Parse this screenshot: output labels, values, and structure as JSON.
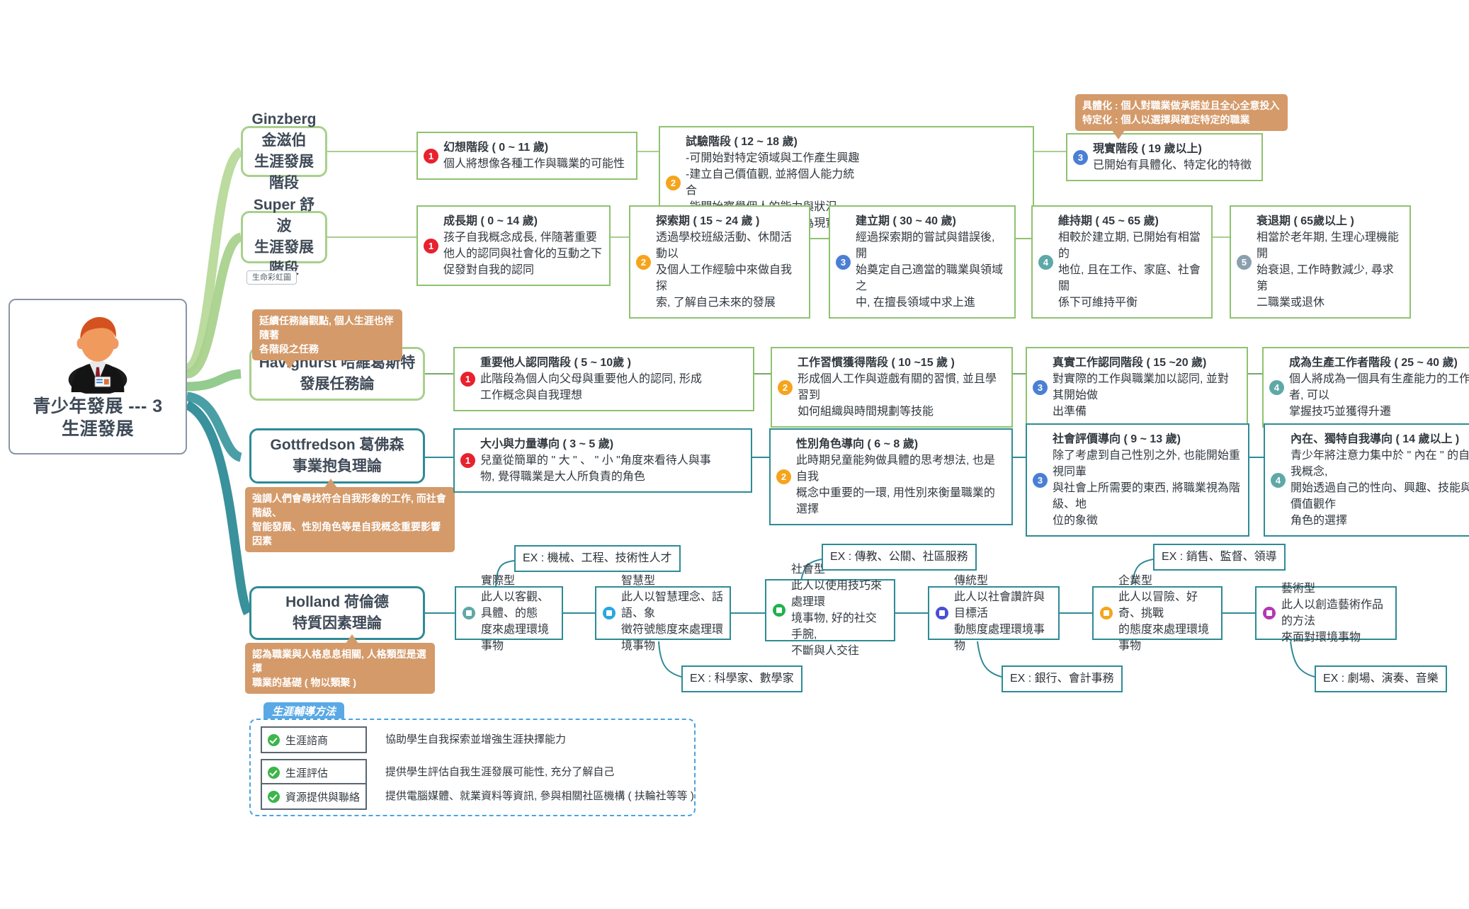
{
  "root": {
    "title_line1": "青少年發展 --- 3",
    "title_line2": "生涯發展",
    "avatar_icon": "person-avatar-icon"
  },
  "branches": [
    {
      "id": "ginzberg",
      "label_line1": "Ginzberg 金滋伯",
      "label_line2": "生涯發展階段",
      "color": "#8fc270",
      "stages": [
        {
          "num": "1",
          "head": "幻想階段 ( 0 ~ 11 歲)",
          "lines": [
            "個人將想像各種工作與職業的可能性"
          ]
        },
        {
          "num": "2",
          "head": "試驗階段 ( 12 ~ 18 歲)",
          "col_left": [
            "-可開始對特定領域與工作產生興趣",
            "-建立自己價值觀,  並將個人能力統合"
          ],
          "col_right": [
            "-能開始察覺個人的能力與狀況",
            "-能逐漸將生涯試煉轉變為現實選擇"
          ]
        },
        {
          "num": "3",
          "head": "現實階段 ( 19 歲以上)",
          "lines": [
            "已開始有具體化、特定化的特徵"
          ]
        }
      ],
      "callout": "具體化 : 個人對職業做承諾並且全心全意投入\n特定化 : 個人以選擇與確定特定的職業"
    },
    {
      "id": "super",
      "label_line1": "Super 舒波",
      "label_line2": "生涯發展階段",
      "color": "#8fc270",
      "tag": "生命彩虹圖",
      "stages": [
        {
          "num": "1",
          "head": "成長期 ( 0 ~ 14 歲)",
          "lines": [
            "孩子自我概念成長,  伴隨著重要",
            "他人的認同與社會化的互動之下",
            "促發對自我的認同"
          ]
        },
        {
          "num": "2",
          "head": "探索期 ( 15 ~ 24 歲 )",
          "lines": [
            "透過學校班級活動、休閒活動以",
            "及個人工作經驗中來做自我探",
            "索,  了解自己未來的發展"
          ]
        },
        {
          "num": "3",
          "head": "建立期 ( 30 ~ 40 歲)",
          "lines": [
            "經過探索期的嘗試與錯誤後,  開",
            "始奠定自己適當的職業與領域之",
            "中,  在擅長領域中求上進"
          ]
        },
        {
          "num": "4",
          "head": "維持期 ( 45 ~ 65 歲)",
          "lines": [
            "相較於建立期,  已開始有相當的",
            "地位,  且在工作、家庭、社會關",
            "係下可維持平衡"
          ]
        },
        {
          "num": "5",
          "head": "衰退期 ( 65歲以上 )",
          "lines": [
            "相當於老年期,  生理心理機能開",
            "始衰退,  工作時數減少,  尋求第",
            "二職業或退休"
          ]
        }
      ]
    },
    {
      "id": "havighurst",
      "label_line1": "Havighurst 哈維葛斯特",
      "label_line2": "發展任務論",
      "color": "#8fc270",
      "callout": "延續任務論觀點,  個人生涯也伴隨著\n各階段之任務",
      "stages": [
        {
          "num": "1",
          "head": "重要他人認同階段 ( 5 ~ 10歲 )",
          "lines": [
            "此階段為個人向父母與重要他人的認同,  形成",
            "工作概念與自我理想"
          ]
        },
        {
          "num": "2",
          "head": "工作習慣獲得階段 ( 10 ~15 歲 )",
          "lines": [
            "形成個人工作與遊戲有關的習慣,  並且學習到",
            "如何組織與時間規劃等技能"
          ]
        },
        {
          "num": "3",
          "head": "真實工作認同階段 ( 15 ~20 歲)",
          "lines": [
            "對實際的工作與職業加以認同,  並對其開始做",
            "出準備"
          ]
        },
        {
          "num": "4",
          "head": "成為生產工作者階段 ( 25 ~ 40 歲)",
          "lines": [
            "個人將成為一個具有生產能力的工作者,  可以",
            "掌握技巧並獲得升遷"
          ]
        }
      ]
    },
    {
      "id": "gottfredson",
      "label_line1": "Gottfredson 葛佛森",
      "label_line2": "事業抱負理論",
      "color": "#2e8b96",
      "callout": "強調人們會尋找符合自我形象的工作,  而社會階級、\n智能發展、性別角色等是自我概念重要影響因素",
      "stages": [
        {
          "num": "1",
          "head": "大小與力量導向 ( 3 ~ 5 歲)",
          "lines": [
            "兒童從簡單的 \" 大 \" 、 \" 小 \"角度來看待人與事",
            "物,  覺得職業是大人所負責的角色"
          ]
        },
        {
          "num": "2",
          "head": "性別角色導向 ( 6 ~ 8 歲)",
          "lines": [
            "此時期兒童能夠做具體的思考想法,  也是自我",
            "概念中重要的一環,  用性別來衡量職業的選擇"
          ]
        },
        {
          "num": "3",
          "head": "社會評價導向 ( 9 ~ 13 歲)",
          "lines": [
            "除了考慮到自己性別之外,  也能開始重視同輩",
            "與社會上所需要的東西,  將職業視為階級、地",
            "位的象徵"
          ]
        },
        {
          "num": "4",
          "head": "內在、獨特自我導向 ( 14 歲以上 )",
          "lines": [
            "青少年將注意力集中於 \" 內在 \" 的自我概念,",
            "開始透過自己的性向、興趣、技能與價值觀作",
            "角色的選擇"
          ]
        }
      ]
    },
    {
      "id": "holland",
      "label_line1": "Holland 荷倫德",
      "label_line2": "特質因素理論",
      "color": "#2e8b96",
      "callout": "認為職業與人格息息相關,  人格類型是選擇\n職業的基礎 ( 物以類聚 )",
      "types": [
        {
          "name": "實際型",
          "dot_color": "#5fa8a8",
          "lines": [
            "此人以客觀、具體、的態",
            "度來處理環境事物"
          ],
          "ex": "EX : 機械、工程、技術性人才",
          "ex_position": "above"
        },
        {
          "name": "智慧型",
          "dot_color": "#29a7e1",
          "lines": [
            "此人以智慧理念、話語、象",
            "徵符號態度來處理環境事物"
          ],
          "ex": "EX : 科學家、數學家",
          "ex_position": "below"
        },
        {
          "name": "社會型",
          "dot_color": "#22b14c",
          "lines": [
            "此人以使用技巧來處理環",
            "境事物,  好的社交手腕,",
            "不斷與人交往"
          ],
          "ex": "EX : 傳教、公關、社區服務",
          "ex_position": "above"
        },
        {
          "name": "傳統型",
          "dot_color": "#4a4fd4",
          "lines": [
            "此人以社會讚許與目標活",
            "動態度處理環境事物"
          ],
          "ex": "EX : 銀行、會計事務",
          "ex_position": "below"
        },
        {
          "name": "企業型",
          "dot_color": "#f5a41c",
          "lines": [
            "此人以冒險、好奇、挑戰",
            "的態度來處理環境事物"
          ],
          "ex": "EX : 銷售、監督、領導",
          "ex_position": "above"
        },
        {
          "name": "藝術型",
          "dot_color": "#b23ab2",
          "lines": [
            "此人以創造藝術作品的方法",
            "來面對環境事物"
          ],
          "ex": "EX : 劇場、演奏、音樂",
          "ex_position": "below"
        }
      ]
    }
  ],
  "panel": {
    "title": "生涯輔導方法",
    "rows": [
      {
        "chip": "生涯諮商",
        "desc": "協助學生自我探索並增強生涯抉擇能力"
      },
      {
        "chip": "生涯評估",
        "desc": "提供學生評估自我生涯發展可能性,  充分了解自己"
      },
      {
        "chip": "資源提供與聯絡",
        "desc": "提供電腦媒體、就業資料等資訊,  參與相關社區機構 ( 扶輪社等等 )"
      }
    ]
  },
  "colors": {
    "green": "#8fc270",
    "teal": "#2e8b96",
    "orange_callout": "#d49a6a",
    "blue_panel": "#4aa3e0",
    "root_border": "#8a95a5"
  }
}
